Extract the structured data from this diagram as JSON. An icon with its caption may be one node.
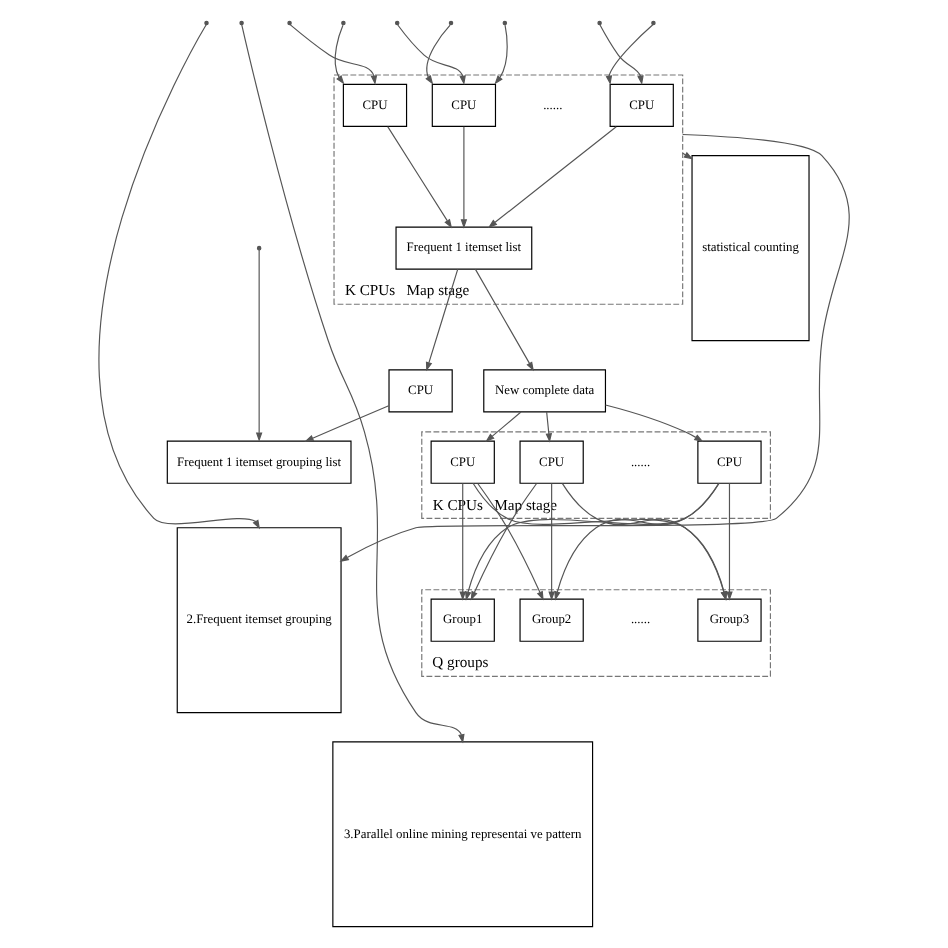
{
  "diagram": {
    "nodes": [
      {
        "text": [
          "K CPUs",
          "Map stage"
        ]
      },
      {
        "text": [
          "CPU"
        ],
        "in": 0
      },
      {
        "text": [
          "CPU"
        ],
        "in": 0
      },
      {
        "text": [
          "CPU"
        ],
        "in": 0
      },
      {
        "text": [
          "Frequent 1 itemset list"
        ],
        "in": 0
      },
      {
        "text": [
          "CPU"
        ]
      },
      {
        "text": [
          "Frequent 1 itemset grouping list"
        ]
      },
      {
        "text": [
          "New complete data"
        ]
      },
      {
        "text": [
          "K CPUs",
          "Map stage"
        ]
      },
      {
        "text": [
          "CPU"
        ],
        "in": 8
      },
      {
        "text": [
          "CPU"
        ],
        "in": 8
      },
      {
        "text": [
          "CPU"
        ],
        "in": 8
      },
      {
        "text": [
          "Q groups"
        ]
      },
      {
        "text": [
          "Group1"
        ],
        "in": 12
      },
      {
        "text": [
          "Group2"
        ],
        "in": 12
      },
      {
        "text": [
          "Group3"
        ],
        "in": 12
      },
      {
        "text": [
          "statistical counting"
        ]
      },
      {
        "text": [
          "2.Frequent itemset grouping"
        ]
      },
      {
        "text": [
          "3.Parallel online mining representai ve pattern"
        ]
      }
    ],
    "edges": [
      {
        "from": null,
        "to": 1,
        "arrow": "to"
      },
      {
        "from": null,
        "to": 1,
        "arrow": "to"
      },
      {
        "from": null,
        "to": 2,
        "arrow": "to"
      },
      {
        "from": null,
        "to": 2,
        "arrow": "to"
      },
      {
        "from": null,
        "to": 2,
        "arrow": "to"
      },
      {
        "from": null,
        "to": 3,
        "arrow": "to"
      },
      {
        "from": null,
        "to": 3,
        "arrow": "to"
      },
      {
        "from": 1,
        "to": 4,
        "arrow": "to"
      },
      {
        "from": 2,
        "to": 4,
        "arrow": "to"
      },
      {
        "from": 3,
        "to": 4,
        "arrow": "to"
      },
      {
        "from": 4,
        "to": 5,
        "arrow": "to"
      },
      {
        "from": 5,
        "to": 6,
        "arrow": "to"
      },
      {
        "from": null,
        "to": 6,
        "arrow": "to"
      },
      {
        "from": 4,
        "to": 7,
        "arrow": "to"
      },
      {
        "from": 7,
        "to": 9,
        "arrow": "to"
      },
      {
        "from": 7,
        "to": 10,
        "arrow": "to"
      },
      {
        "from": 7,
        "to": 11,
        "arrow": "to"
      },
      {
        "from": 9,
        "to": 13,
        "arrow": "to"
      },
      {
        "from": 9,
        "to": 14,
        "arrow": "to"
      },
      {
        "from": 9,
        "to": 15,
        "arrow": "to"
      },
      {
        "from": 10,
        "to": 13,
        "arrow": "to"
      },
      {
        "from": 10,
        "to": 14,
        "arrow": "to"
      },
      {
        "from": 10,
        "to": 15,
        "arrow": "to"
      },
      {
        "from": 11,
        "to": 13,
        "arrow": "to"
      },
      {
        "from": 11,
        "to": 14,
        "arrow": "to"
      },
      {
        "from": 11,
        "to": 15,
        "arrow": "to"
      },
      {
        "from": 0,
        "to": 16,
        "arrow": "to"
      },
      {
        "from": 0,
        "to": 17,
        "arrow": "to"
      },
      {
        "from": null,
        "to": 17,
        "arrow": "to"
      },
      {
        "from": null,
        "to": 18,
        "arrow": "to"
      }
    ],
    "labels": [
      "......",
      "......",
      "......"
    ]
  }
}
